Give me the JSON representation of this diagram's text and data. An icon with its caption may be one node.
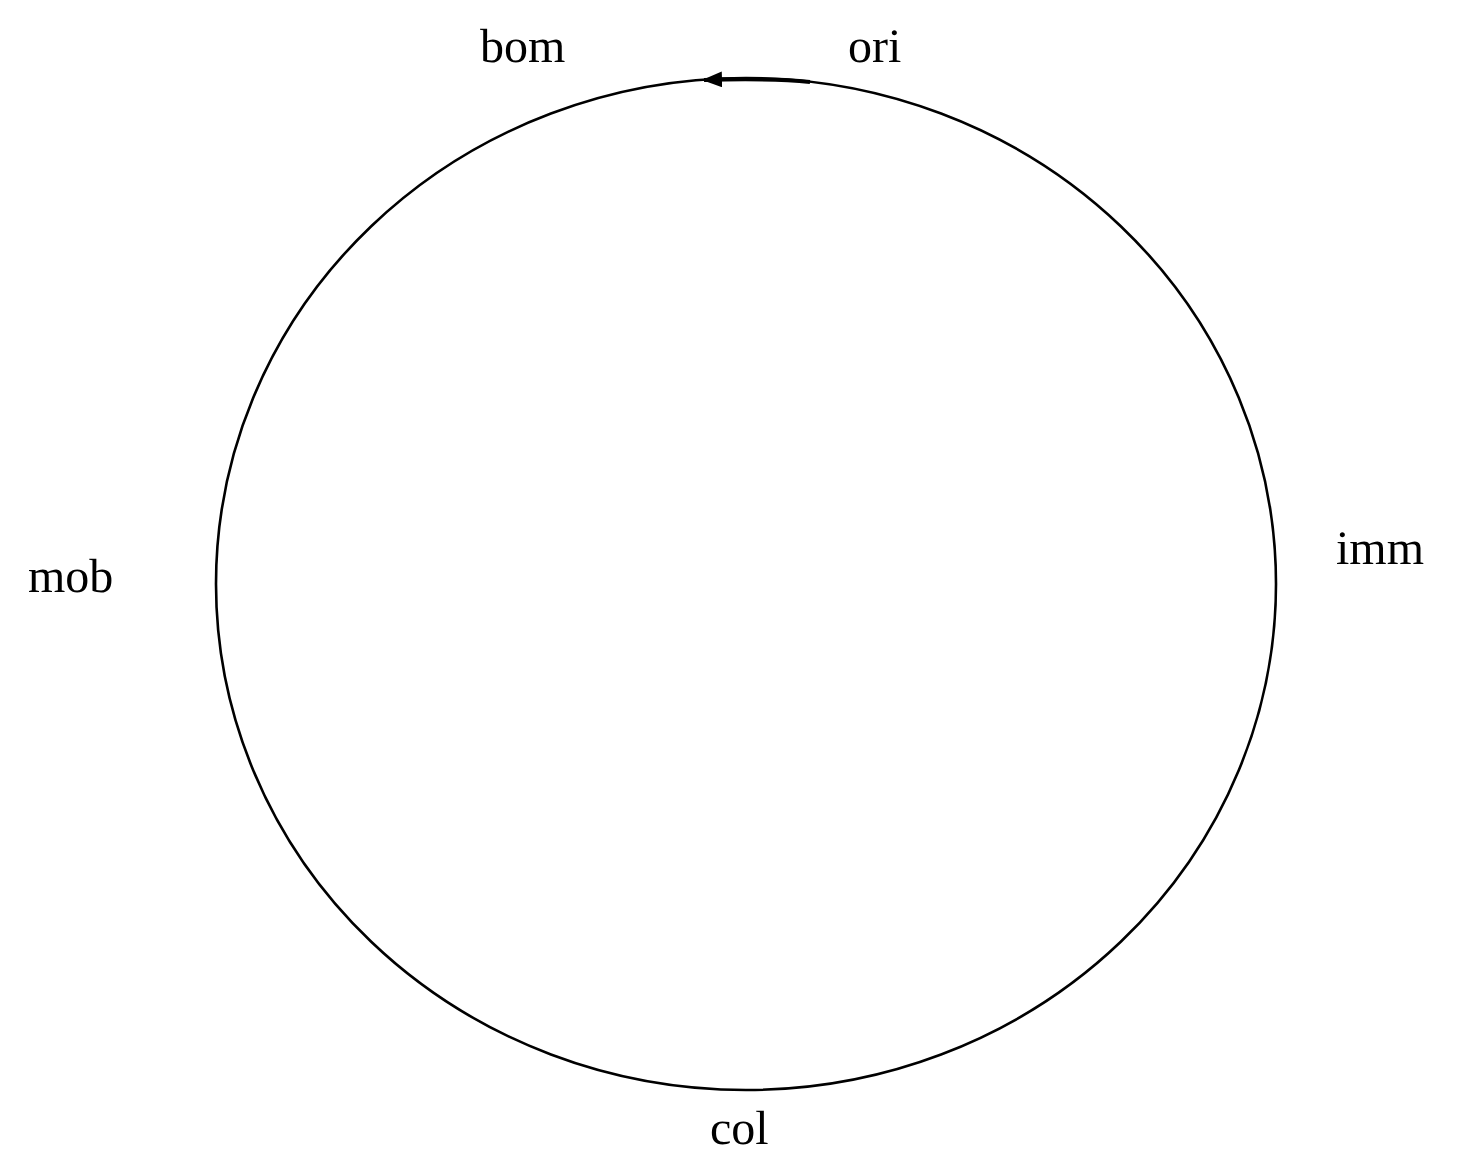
{
  "diagram": {
    "labels": [
      "bom",
      "ori",
      "mob",
      "imm",
      "col"
    ]
  }
}
